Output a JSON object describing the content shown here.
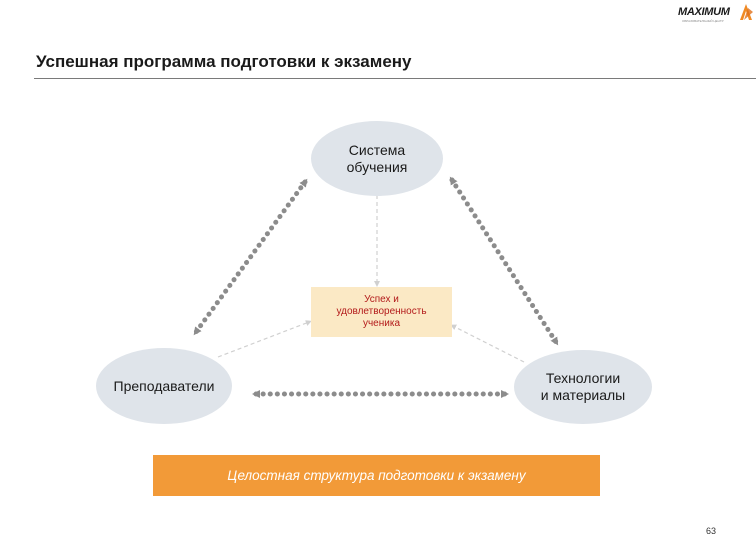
{
  "header": {
    "logo_text": "MAXIMUM",
    "logo_subtext": "ОБРАЗОВАТЕЛЬНЫЙ ЦЕНТР",
    "title": "Успешная программа подготовки к экзамену"
  },
  "diagram": {
    "nodes": {
      "top": "Система\nобучения",
      "left": "Преподаватели",
      "right": "Технологии\nи материалы"
    },
    "center": "Успех и\nудовлетворенность\nученика",
    "banner": "Целостная структура подготовки к экзамену"
  },
  "colors": {
    "node_fill": "#dfe4ea",
    "center_fill": "#fbe9c5",
    "center_text": "#b31b1b",
    "banner_fill": "#f29a38",
    "arrow_dots": "#8c8c8c",
    "logo_accent": "#f08a24"
  },
  "footer": {
    "page_number": "63"
  }
}
